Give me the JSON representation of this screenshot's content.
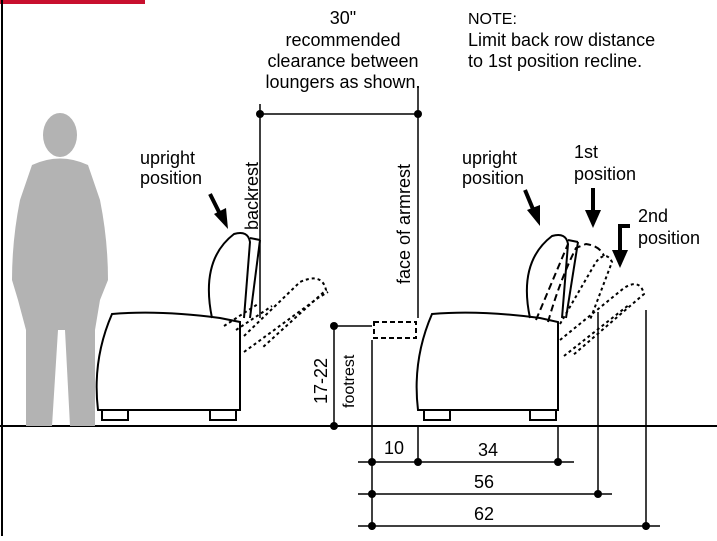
{
  "clearance_note": {
    "line1": "30\"",
    "line2": "recommended",
    "line3": "clearance between",
    "line4": "loungers as shown."
  },
  "note": {
    "line1": "NOTE:",
    "line2": "Limit back row distance",
    "line3": "to 1st position recline."
  },
  "left_lounger": {
    "upright_label_1": "upright",
    "upright_label_2": "position",
    "backrest_label": "backrest"
  },
  "armrest_label": "face of armrest",
  "right_lounger": {
    "upright_label_1": "upright",
    "upright_label_2": "position",
    "first_label_1": "1st",
    "first_label_2": "position",
    "second_label_1": "2nd",
    "second_label_2": "position"
  },
  "footrest": {
    "height_value": "17-22",
    "label": "footrest"
  },
  "dimensions": {
    "d10": "10",
    "d34": "34",
    "d56": "56",
    "d62": "62"
  },
  "colors": {
    "accent_bar": "#c8102e",
    "silhouette": "#b3b3b3",
    "line": "#000000"
  }
}
